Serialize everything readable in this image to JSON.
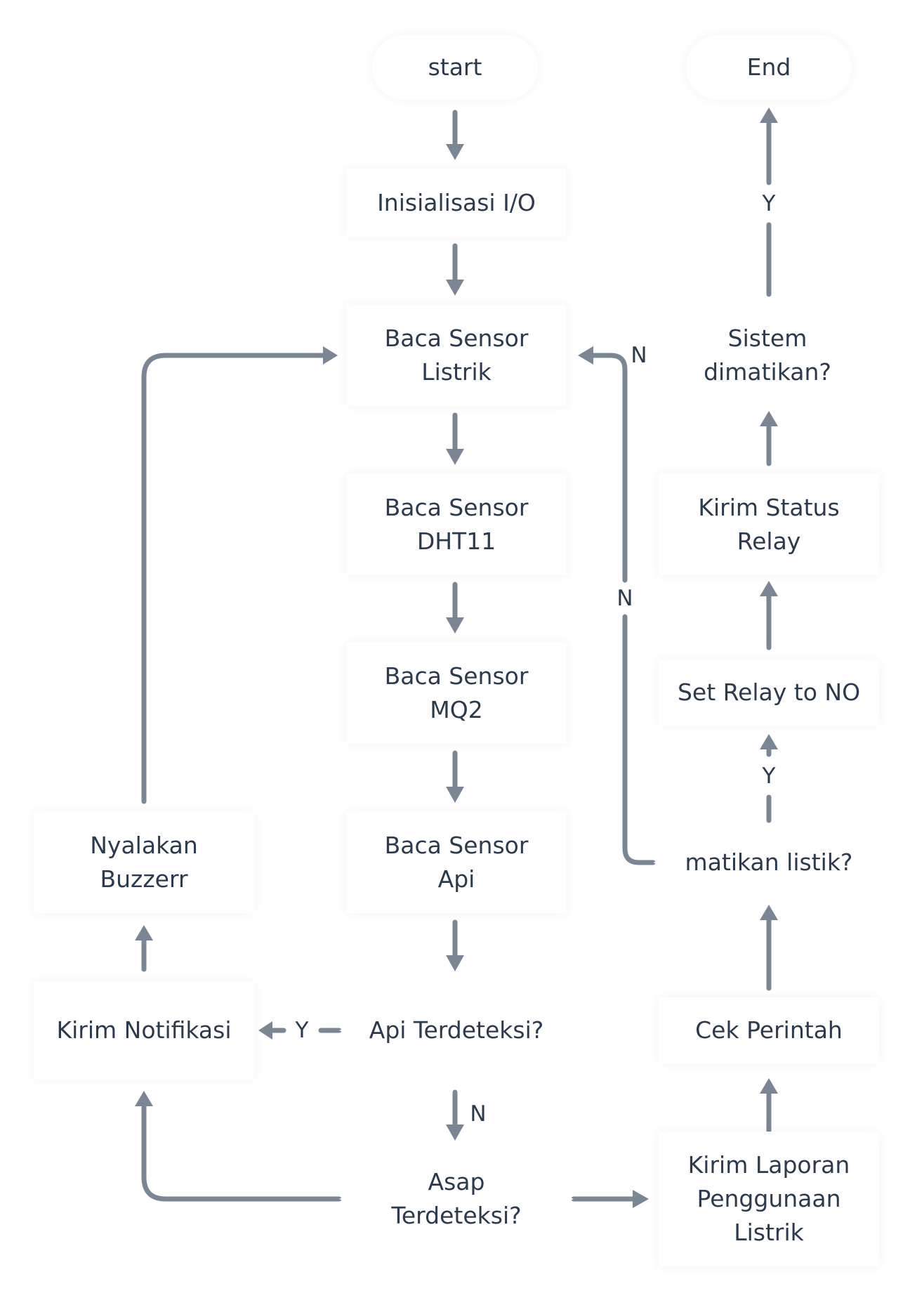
{
  "nodes": {
    "start": "start",
    "end": "End",
    "init": "Inisialisasi I/O",
    "listrik": [
      "Baca Sensor",
      "Listrik"
    ],
    "dht11": [
      "Baca Sensor",
      "DHT11"
    ],
    "mq2": [
      "Baca Sensor",
      "MQ2"
    ],
    "api": [
      "Baca Sensor",
      "Api"
    ],
    "api_decision": "Api Terdeteksi?",
    "asap_decision": [
      "Asap",
      "Terdeteksi?"
    ],
    "notifikasi": "Kirim Notifikasi",
    "buzzer": [
      "Nyalakan",
      "Buzzerr"
    ],
    "laporan": [
      "Kirim Laporan",
      "Penggunaan",
      "Listrik"
    ],
    "cek": "Cek Perintah",
    "matikan_decision": "matikan listik?",
    "relay": "Set Relay to NO",
    "status": [
      "Kirim Status",
      "Relay"
    ],
    "sistem_decision": [
      "Sistem",
      "dimatikan?"
    ]
  },
  "labels": {
    "sistem_yes": "Y",
    "sistem_no": "N",
    "matikan_no": "N",
    "matikan_yes": "Y",
    "api_yes": "Y",
    "api_no": "N"
  },
  "colors": {
    "connector": "#7b8694",
    "text": "#2b3a4d",
    "background": "#ffffff"
  }
}
